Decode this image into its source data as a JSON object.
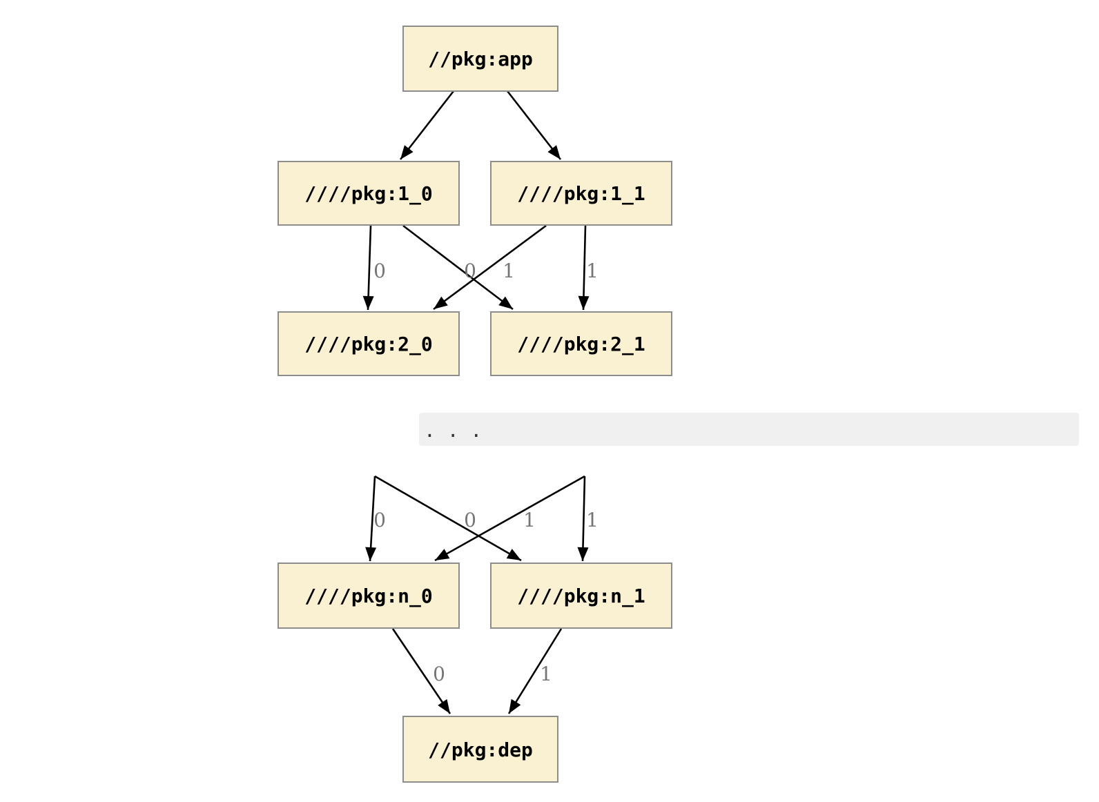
{
  "diagram": {
    "nodes": {
      "app": "//pkg:app",
      "level1_0": "////pkg:1_0",
      "level1_1": "////pkg:1_1",
      "level2_0": "////pkg:2_0",
      "level2_1": "////pkg:2_1",
      "leveln_0": "////pkg:n_0",
      "leveln_1": "////pkg:n_1",
      "dep": "//pkg:dep"
    },
    "ellipsis": ". . .",
    "edge_labels": {
      "upper": [
        "0",
        "0",
        "1",
        "1"
      ],
      "middle": [
        "0",
        "0",
        "1",
        "1"
      ],
      "bottom": [
        "0",
        "1"
      ]
    }
  },
  "colors": {
    "node_fill": "#faf0d2",
    "node_border": "#8c8c8c",
    "edge": "#000000",
    "edge_label": "#757575",
    "band_bg": "#f0f0f0",
    "band_text": "#333333",
    "page_bg": "#ffffff"
  }
}
